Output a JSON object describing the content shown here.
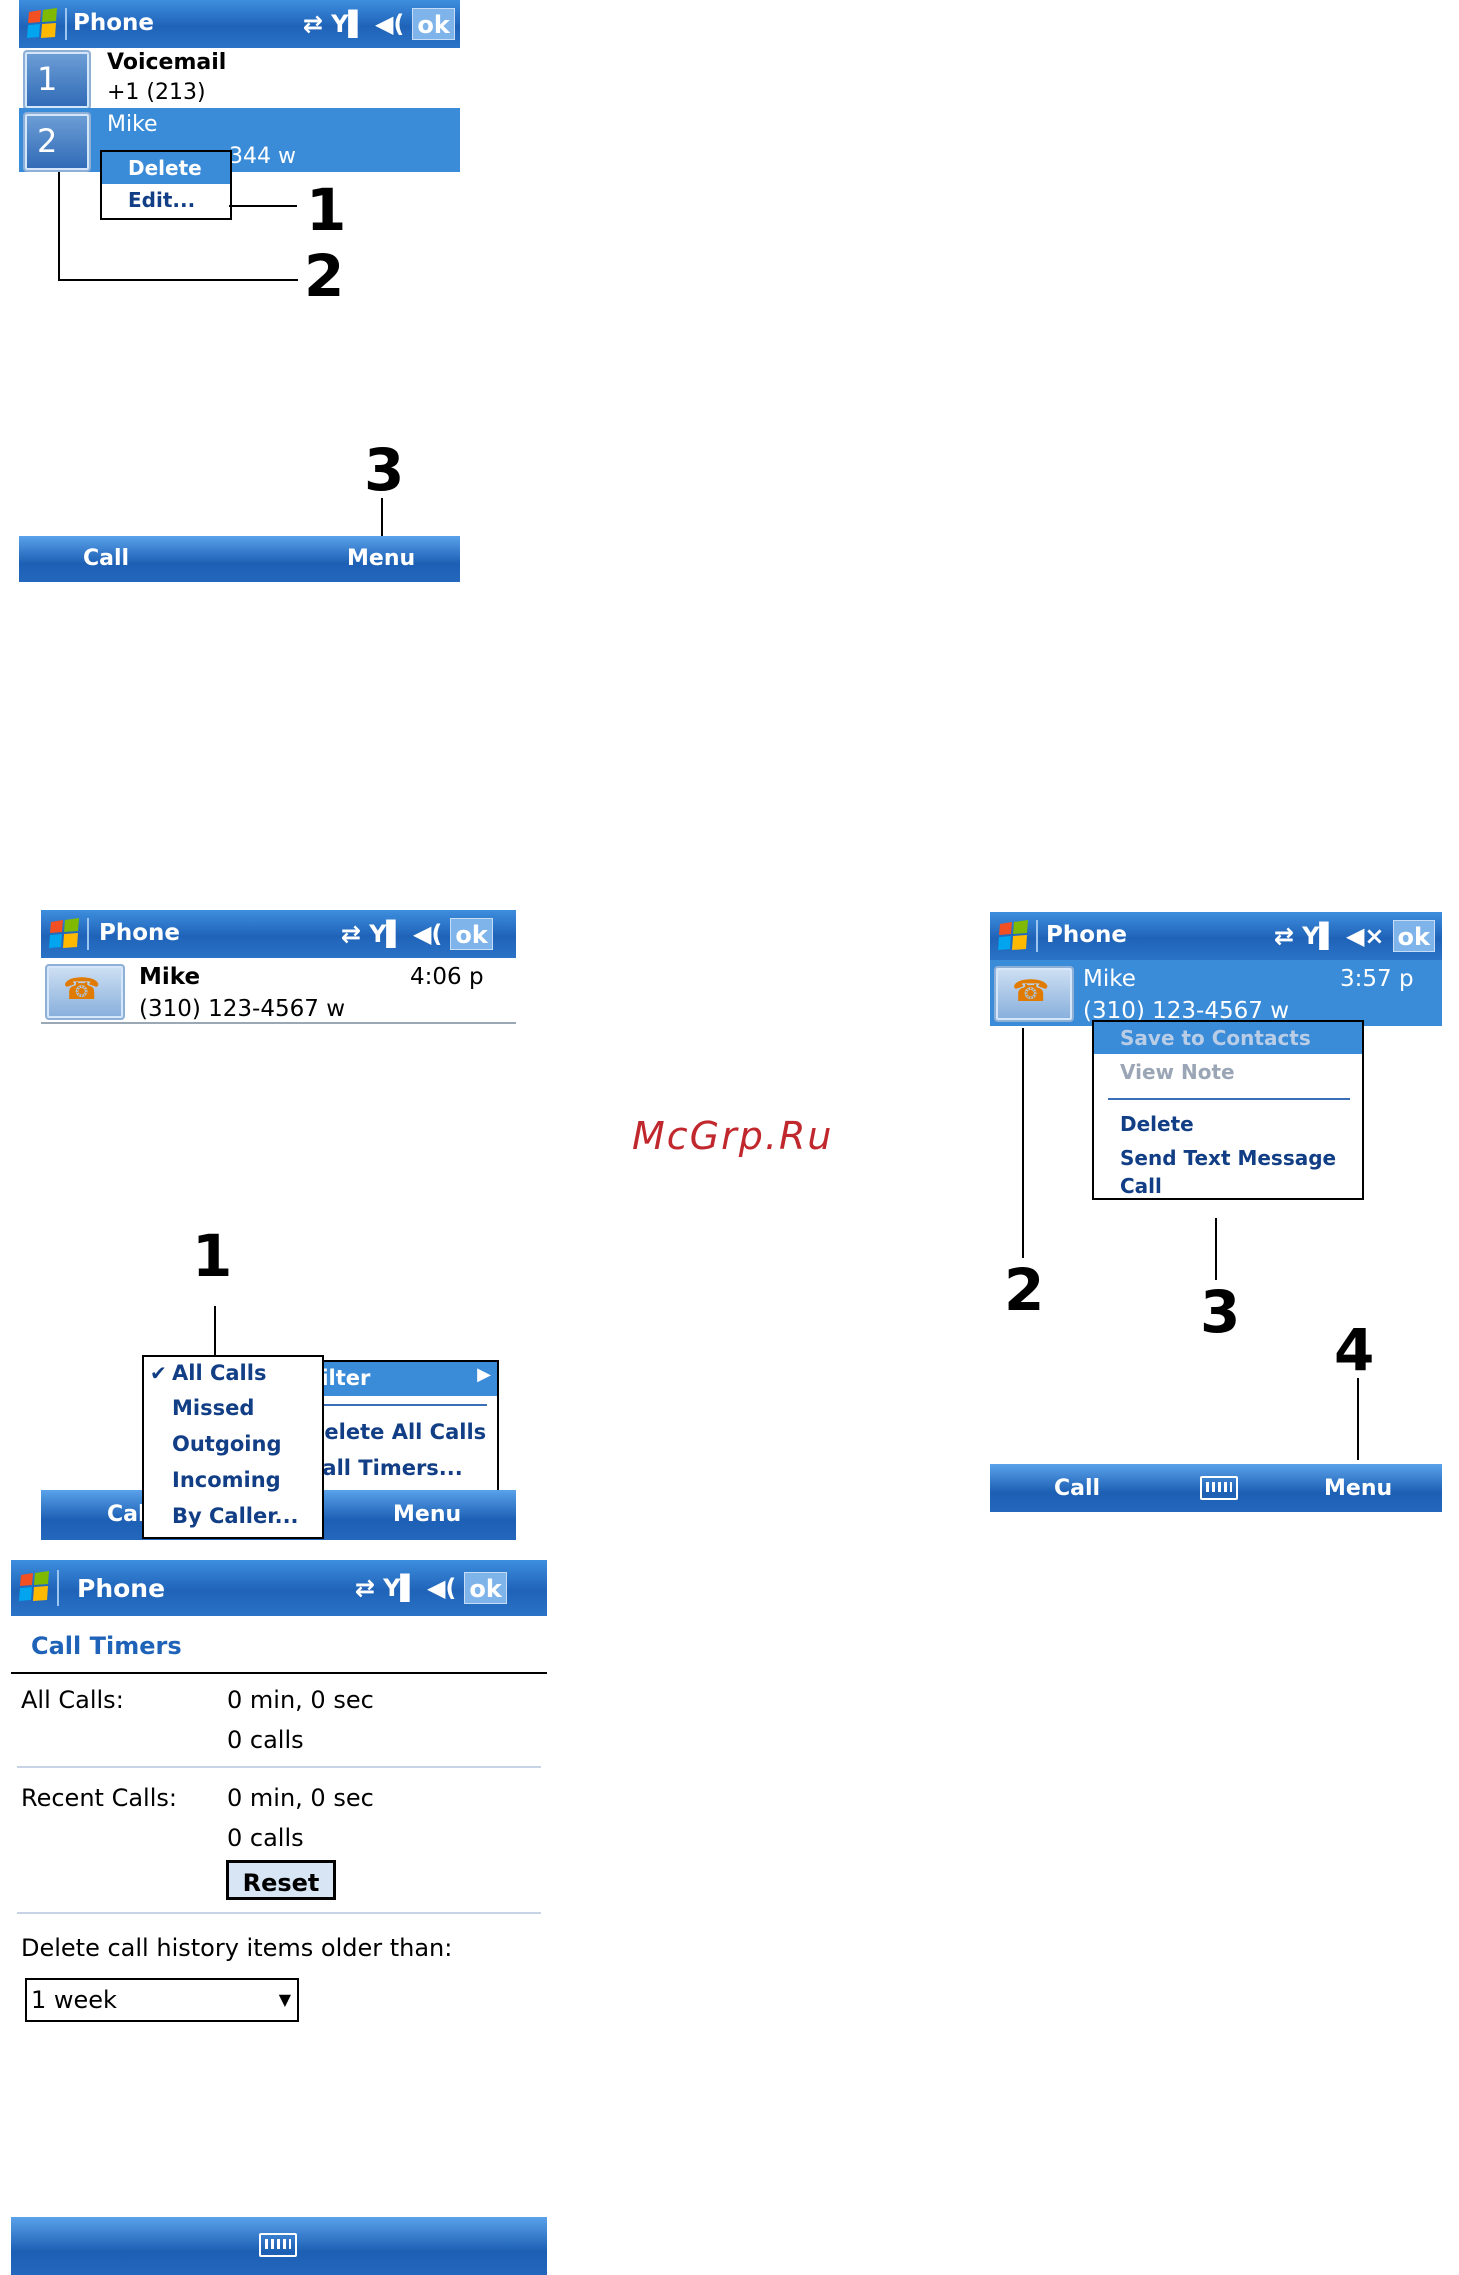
{
  "screen1": {
    "title": "Phone",
    "ok": "ok",
    "speed_dial": [
      {
        "number": "1",
        "name": "Voicemail",
        "detail": "+1 (213)"
      },
      {
        "number": "2",
        "name": "Mike",
        "detail": "344 w"
      }
    ],
    "context_menu": [
      "Delete",
      "Edit..."
    ],
    "softkeys": {
      "left": "Call",
      "right": "Menu"
    },
    "callouts": [
      "1",
      "2",
      "3"
    ]
  },
  "screen2": {
    "title": "Phone",
    "ok": "ok",
    "entry": {
      "name": "Mike",
      "time": "4:06 p",
      "number": "(310) 123-4567 w"
    },
    "filter_menu": {
      "checked": "All Calls",
      "items": [
        "All Calls",
        "Missed",
        "Outgoing",
        "Incoming",
        "By Caller..."
      ]
    },
    "main_menu": [
      "Filter",
      "Delete All Calls",
      "Call Timers..."
    ],
    "softkeys": {
      "left": "Cal",
      "right": "Menu"
    },
    "callouts": [
      "1"
    ]
  },
  "watermark": "McGrp.Ru",
  "screen3": {
    "title": "Phone",
    "ok": "ok",
    "entry": {
      "name": "Mike",
      "time": "3:57 p",
      "number": "(310) 123-4567 w"
    },
    "context_menu": {
      "disabled": [
        "Save to Contacts",
        "View Note"
      ],
      "enabled": [
        "Delete",
        "Send Text Message",
        "Call"
      ]
    },
    "softkeys": {
      "left": "Call",
      "right": "Menu"
    },
    "callouts": [
      "2",
      "3",
      "4"
    ]
  },
  "screen4": {
    "title": "Phone",
    "ok": "ok",
    "heading": "Call Timers",
    "all_calls": {
      "label": "All Calls:",
      "time": "0 min, 0 sec",
      "count": "0 calls"
    },
    "recent_calls": {
      "label": "Recent Calls:",
      "time": "0 min, 0 sec",
      "count": "0 calls"
    },
    "reset_label": "Reset",
    "delete_label": "Delete call history items older than:",
    "delete_value": "1 week"
  },
  "icons": [
    "windows-logo-icon",
    "sync-icon",
    "signal-icon",
    "speaker-icon",
    "speaker-mute-icon",
    "keyboard-icon",
    "phone-call-icon",
    "checkmark-icon",
    "submenu-arrow-icon",
    "dropdown-arrow-icon"
  ],
  "colors": {
    "title_blue": "#1f63b8",
    "selection_blue": "#3a8bd8",
    "menu_text": "#123e86",
    "watermark": "#c0282d"
  }
}
